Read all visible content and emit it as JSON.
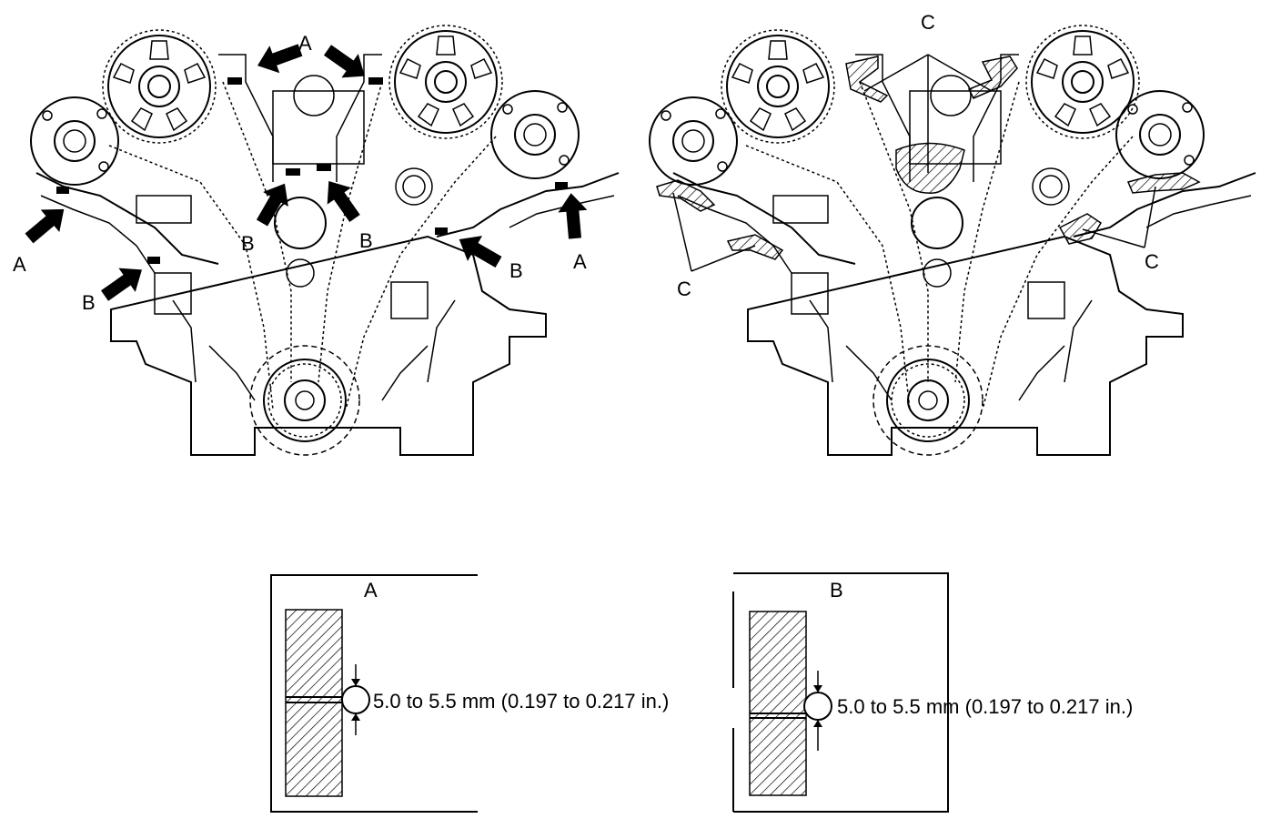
{
  "figure": {
    "labels": {
      "a": "A",
      "b": "B",
      "c": "C"
    },
    "detail_a": {
      "title": "A",
      "spec": "5.0 to 5.5 mm (0.197 to 0.217 in.)"
    },
    "detail_b": {
      "title": "B",
      "spec": "5.0 to 5.5 mm (0.197 to 0.217 in.)"
    }
  }
}
